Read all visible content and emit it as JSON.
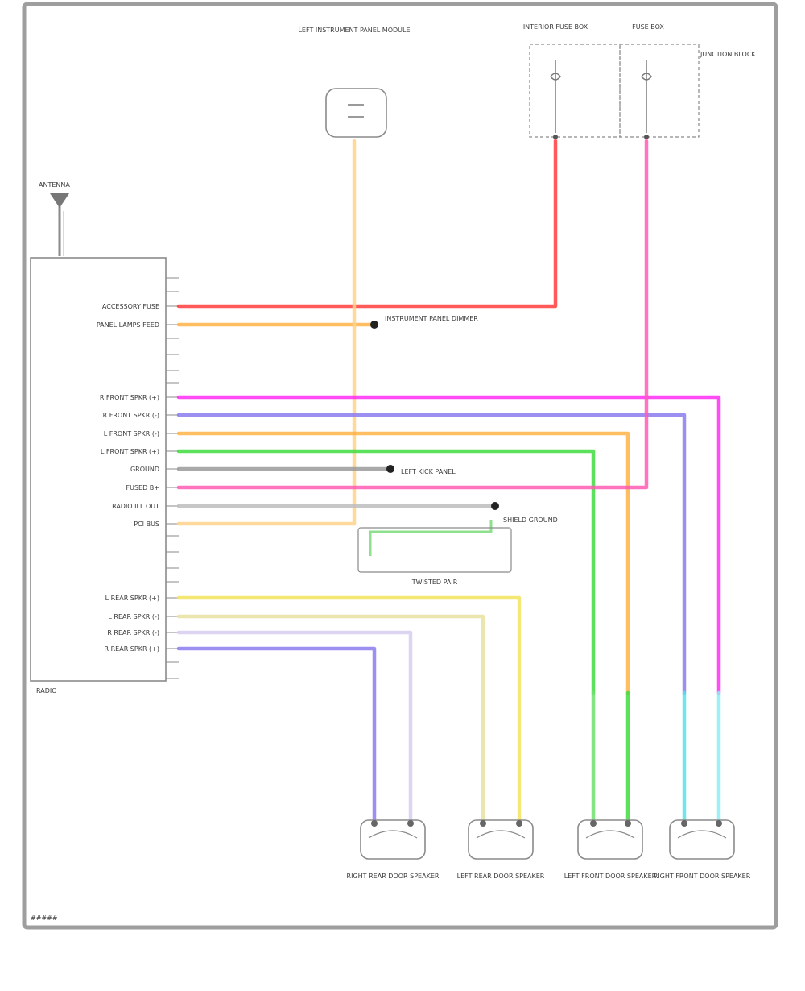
{
  "diagram": {
    "labels": {
      "antenna": "ANTENNA",
      "module": "RADIO",
      "footer_code": "#####",
      "illumination_module": "LEFT INSTRUMENT PANEL MODULE",
      "fuse_left": "INTERIOR FUSE BOX",
      "fuse_right": "FUSE BOX",
      "junction_note": "JUNCTION BLOCK",
      "splice_dimmer": "INSTRUMENT PANEL DIMMER",
      "ground_note": "LEFT KICK PANEL",
      "shield_note": "SHIELD GROUND",
      "twisted_note": "TWISTED PAIR",
      "speaker_rr": "RIGHT REAR DOOR SPEAKER",
      "speaker_lr": "LEFT REAR DOOR SPEAKER",
      "speaker_lf": "LEFT FRONT DOOR SPEAKER",
      "speaker_rf": "RIGHT FRONT DOOR SPEAKER"
    },
    "pins": [
      "ACCESSORY FUSE",
      "PANEL LAMPS FEED",
      "R FRONT SPKR (+)",
      "R FRONT SPKR (-)",
      "L FRONT SPKR (-)",
      "L FRONT SPKR (+)",
      "GROUND",
      "FUSED B+",
      "RADIO ILL OUT",
      "PCI BUS",
      "L REAR SPKR (+)",
      "L REAR SPKR (-)",
      "R REAR SPKR (-)",
      "R REAR SPKR (+)"
    ],
    "colors": {
      "red": "#ff3c3c",
      "orange": "#ffb347",
      "magenta": "#ff2df5",
      "purple": "#8a7cf0",
      "green": "#3fdc3f",
      "pink": "#ff5ab4",
      "gray": "#9a9a9a",
      "yellow": "#f2e35a",
      "khaki": "#d8d27a",
      "lavender": "#b8a4e8",
      "cyan": "#58e0e8",
      "frame": "#999999"
    }
  }
}
